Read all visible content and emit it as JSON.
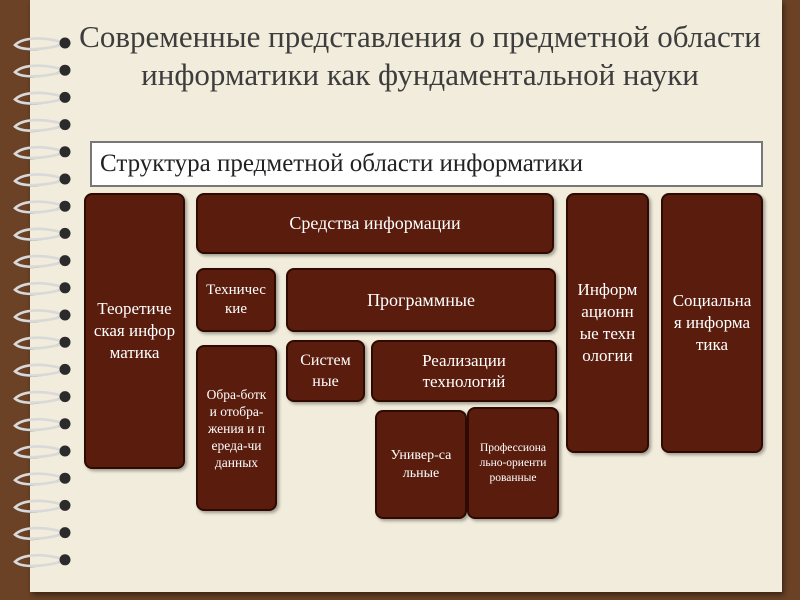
{
  "colors": {
    "background": "#6b4226",
    "paper": "#f1ecdb",
    "node_fill": "#5a1d0d",
    "node_border": "#2f0a02",
    "node_text": "#ffffff",
    "subtitle_box": "#ffffff"
  },
  "page": {
    "title": "Современные представления о предметной области информатики как фундаментальной науки",
    "subtitle": "Структура предметной области информатики"
  },
  "diagram": {
    "theoretical": "Теоретическая информатика",
    "info_means": "Средства информации",
    "technical": "Технические",
    "software": "Программные",
    "processing": "Обра-ботки отобра-жения и переда-чи данных",
    "system": "Системные",
    "tech_impl": "Реализации технологий",
    "universal": "Универ-сальные",
    "professional": "Профессионально-ориентированные",
    "info_tech": "Информационные технологии",
    "social": "Социальная информатика"
  }
}
